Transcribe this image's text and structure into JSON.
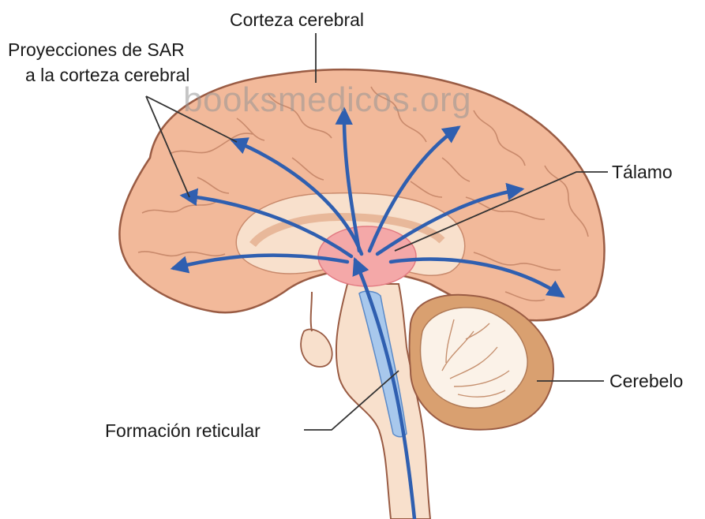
{
  "labels": {
    "cortex": "Corteza cerebral",
    "projections_line1": "Proyecciones de SAR",
    "projections_line2": "a la corteza cerebral",
    "thalamus": "Tálamo",
    "cerebellum": "Cerebelo",
    "reticular": "Formación reticular"
  },
  "watermark": "booksmedicos.org",
  "colors": {
    "cortex_fill": "#f2b99a",
    "cortex_outline": "#9a5c44",
    "inner_fill": "#f8e0cc",
    "thalamus_fill": "#f4a8a8",
    "arrow": "#2f5fb0",
    "reticular_fill": "#a8c8ec",
    "cerebellum_fill": "#d9a070",
    "leader": "#333333"
  },
  "icons": {
    "arrow_head": "arrow-head-icon"
  }
}
